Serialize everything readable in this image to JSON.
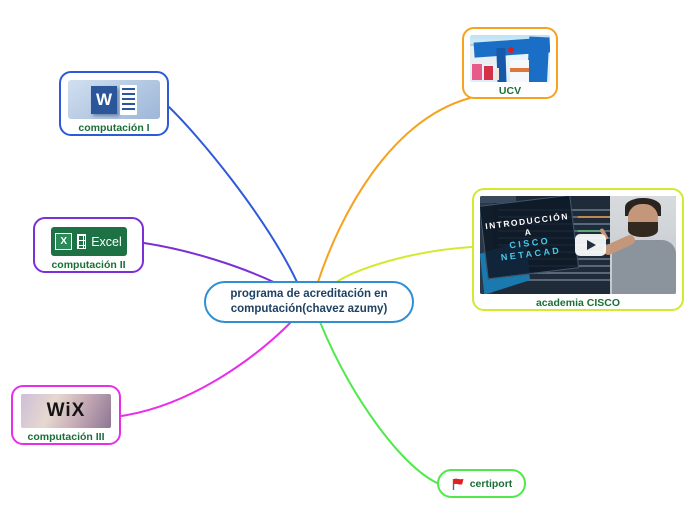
{
  "canvas": {
    "background": "#ffffff"
  },
  "central": {
    "line1": "programa de acreditación en",
    "line2": "computación(chavez azumy)",
    "border_color": "#2f8fd0",
    "text_color": "#1e4263"
  },
  "label_color": "#1a6f38",
  "branches": [
    {
      "label": "computación I",
      "color": "#2e5ada"
    },
    {
      "label": "computación II",
      "color": "#7b2fd6"
    },
    {
      "label": "computación III",
      "color": "#e92ee9"
    },
    {
      "label": "UCV",
      "color": "#f6a21e"
    },
    {
      "label": "academia CISCO",
      "color": "#d4e830"
    },
    {
      "label": "certiport",
      "color": "#50e84a"
    }
  ],
  "icons": {
    "word": {
      "letter": "W",
      "brand_color": "#2b579a"
    },
    "excel": {
      "letter": "X",
      "text": "Excel",
      "brand_color": "#1e7145"
    },
    "wix": {
      "text": "WiX"
    },
    "cisco_thumb": {
      "line1": "INTRODUCCIÓN",
      "line2": "A",
      "line3": "CISCO",
      "line4": "NETACAD",
      "accent_color": "#45c8e8"
    },
    "flag_color": "#e02020"
  }
}
